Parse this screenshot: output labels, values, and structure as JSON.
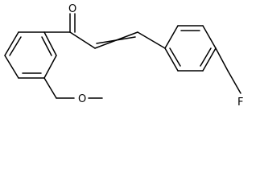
{
  "molecule": {
    "atoms": {
      "oxygen_carbonyl": "O",
      "methoxy": "O",
      "fluorine": "F"
    }
  }
}
